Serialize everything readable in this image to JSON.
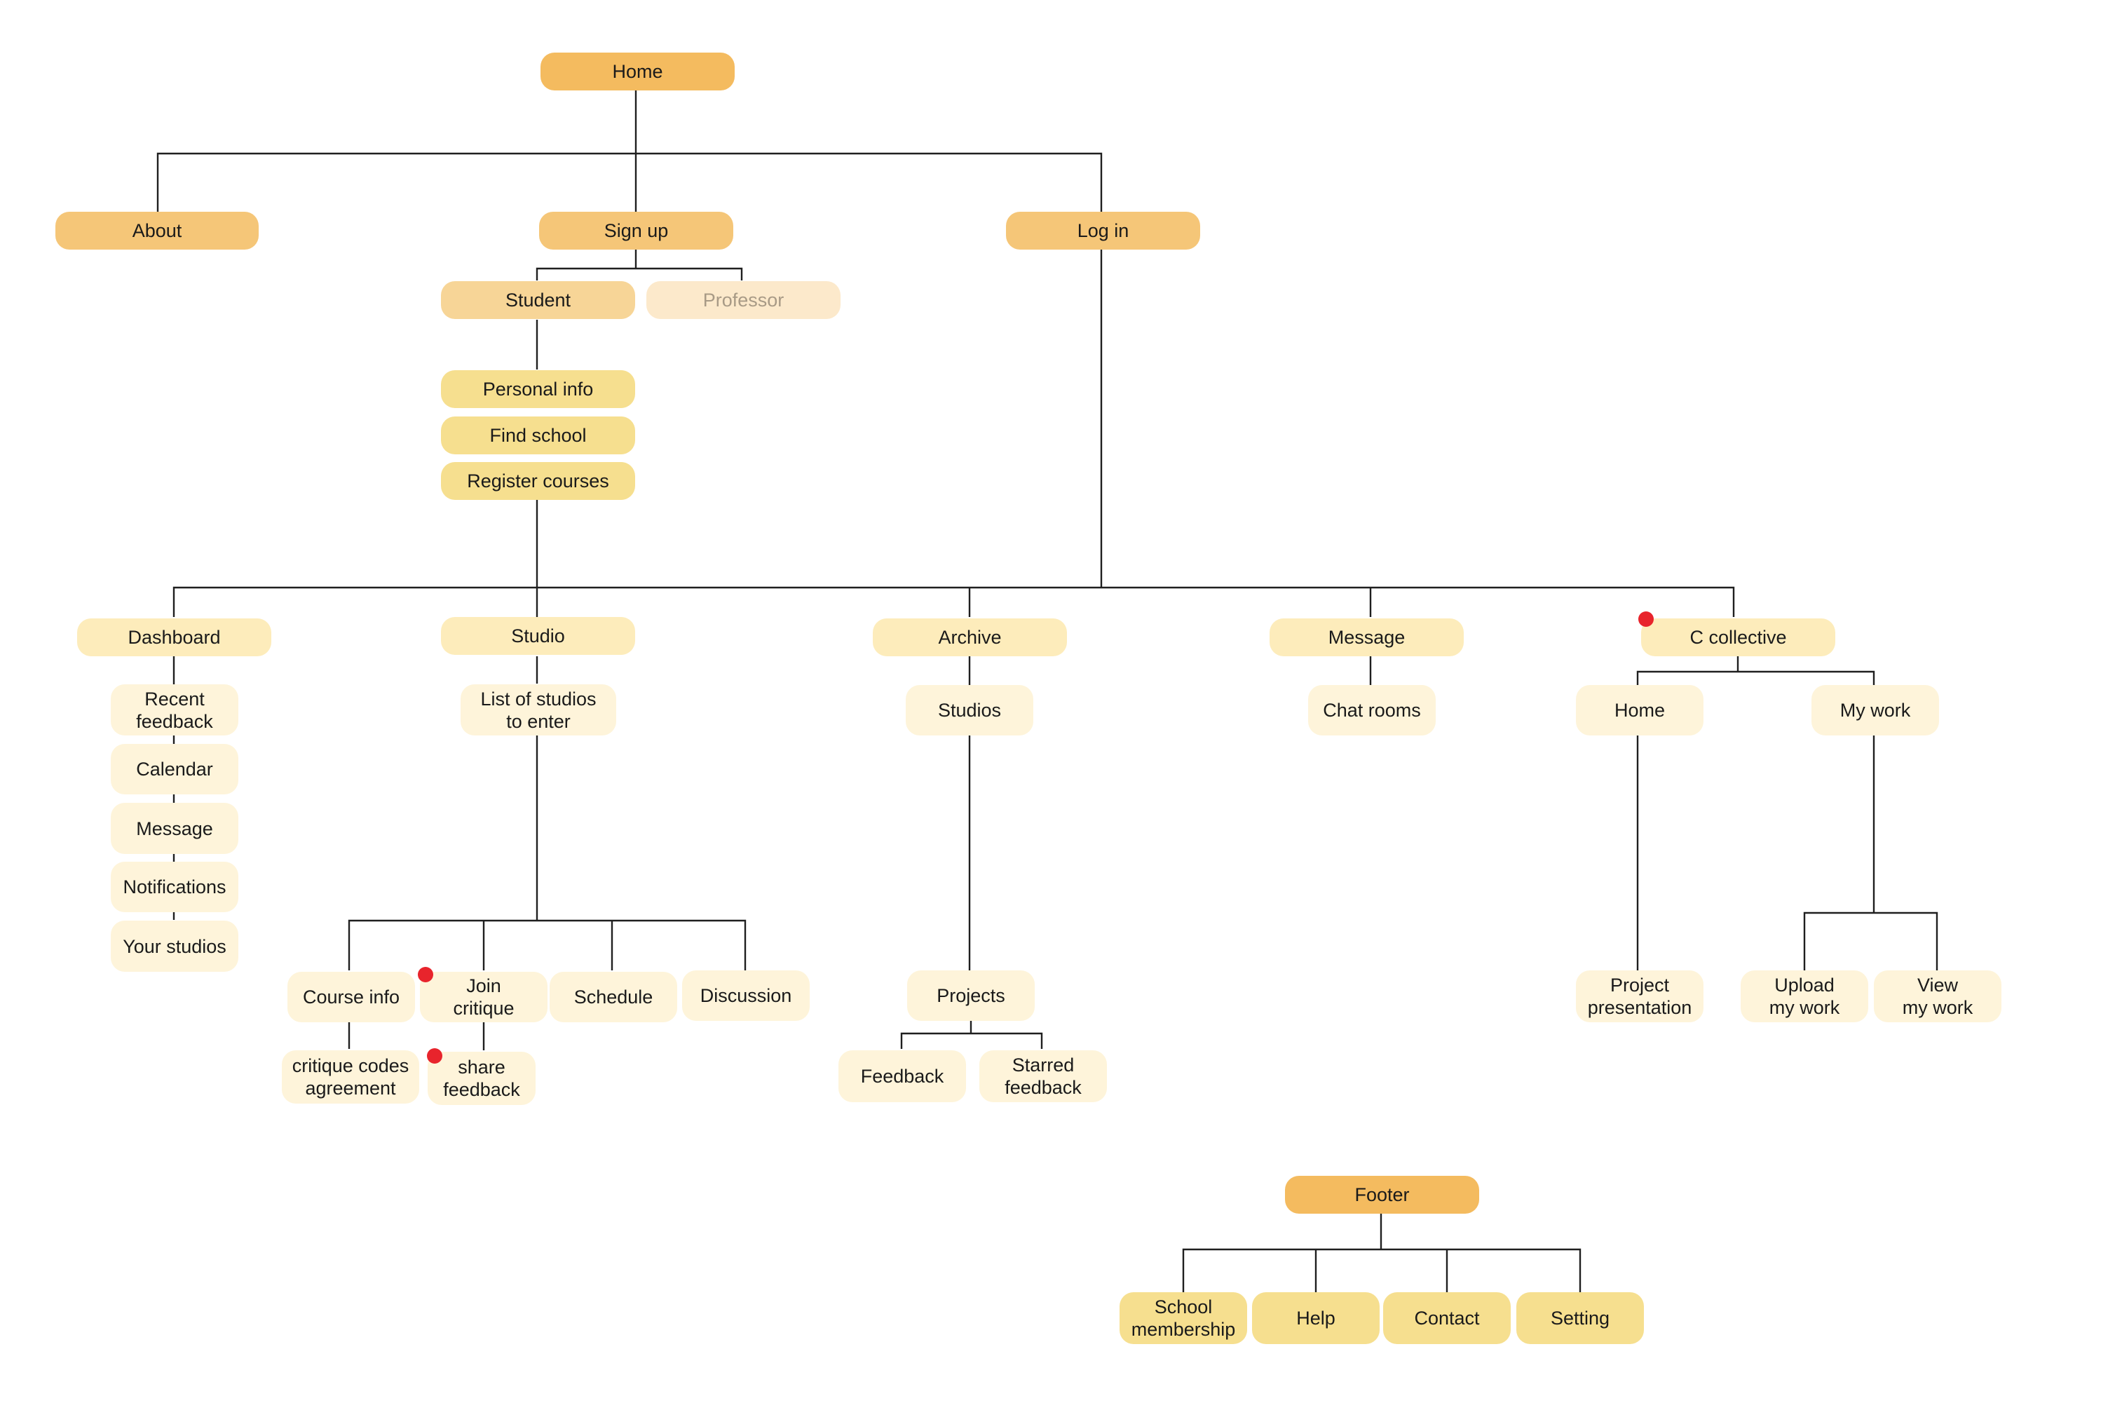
{
  "colors": {
    "line": "#1f1f1f",
    "orange": "#f4bb5f",
    "orange_soft": "#f5c678",
    "peach": "#f7d597",
    "yellow": "#f6df8f",
    "light": "#fdecbb",
    "pale": "#fef4da",
    "faded": "#fce9cb",
    "marker": "#e8242c"
  },
  "nodes": {
    "home": "Home",
    "about": "About",
    "signup": "Sign up",
    "login": "Log in",
    "student": "Student",
    "professor": "Professor",
    "personal_info": "Personal info",
    "find_school": "Find school",
    "register_courses": "Register courses",
    "dashboard": "Dashboard",
    "studio": "Studio",
    "archive": "Archive",
    "message": "Message",
    "c_collective": "C collective",
    "recent_feedback": "Recent\nfeedback",
    "calendar": "Calendar",
    "dash_message": "Message",
    "notifications": "Notifications",
    "your_studios": "Your studios",
    "list_of_studios": "List of studios\nto enter",
    "course_info": "Course info",
    "join_critique": "Join\ncritique",
    "schedule": "Schedule",
    "discussion": "Discussion",
    "critique_codes": "critique codes\nagreement",
    "share_feedback": "share\nfeedback",
    "studios": "Studios",
    "projects": "Projects",
    "feedback": "Feedback",
    "starred_feedback": "Starred\nfeedback",
    "chat_rooms": "Chat rooms",
    "cc_home": "Home",
    "my_work": "My work",
    "project_presentation": "Project\npresentation",
    "upload_my_work": "Upload\nmy work",
    "view_my_work": "View\nmy work",
    "footer": "Footer",
    "school_membership": "School\nmembership",
    "help": "Help",
    "contact": "Contact",
    "setting": "Setting"
  }
}
